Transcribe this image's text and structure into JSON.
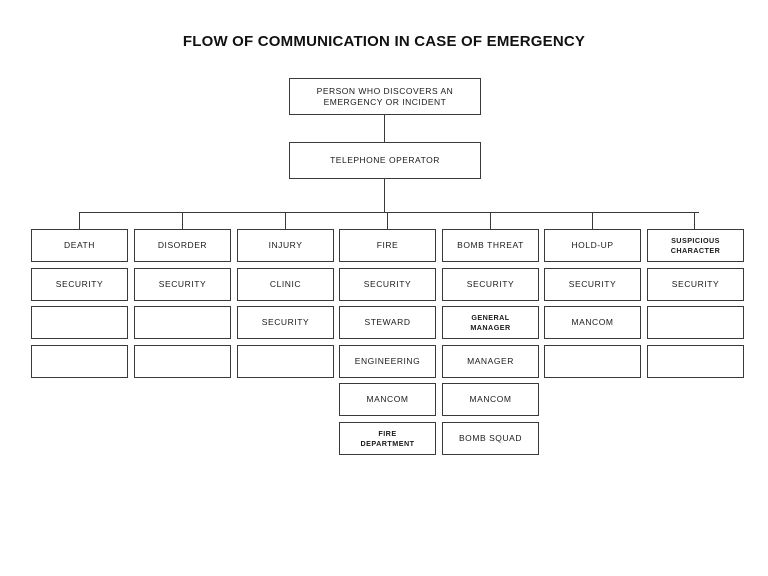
{
  "document": {
    "title": "FLOW OF COMMUNICATION IN CASE OF EMERGENCY"
  },
  "chart_data": {
    "type": "diagram",
    "diagram_kind": "flowchart-org-chart",
    "title": "FLOW OF COMMUNICATION IN CASE OF EMERGENCY",
    "nodes": {
      "root": "PERSON WHO DISCOVERS AN\nEMERGENCY OR INCIDENT",
      "operator": "TELEPHONE OPERATOR"
    },
    "columns": [
      {
        "header": "DEATH",
        "header_style": "normal",
        "chain": [
          "SECURITY",
          "",
          ""
        ]
      },
      {
        "header": "DISORDER",
        "header_style": "normal",
        "chain": [
          "SECURITY",
          "",
          ""
        ]
      },
      {
        "header": "INJURY",
        "header_style": "normal",
        "chain": [
          "CLINIC",
          "SECURITY",
          ""
        ]
      },
      {
        "header": "FIRE",
        "header_style": "normal",
        "chain": [
          "SECURITY",
          "STEWARD",
          "ENGINEERING",
          "MANCOM",
          "FIRE\nDEPARTMENT"
        ]
      },
      {
        "header": "BOMB THREAT",
        "header_style": "normal",
        "chain": [
          "SECURITY",
          "GENERAL\nMANAGER",
          "MANAGER",
          "MANCOM",
          "BOMB SQUAD"
        ]
      },
      {
        "header": "HOLD-UP",
        "header_style": "normal",
        "chain": [
          "SECURITY",
          "MANCOM",
          ""
        ]
      },
      {
        "header": "SUSPICIOUS\nCHARACTER",
        "header_style": "small-bold",
        "chain": [
          "SECURITY",
          "",
          ""
        ]
      }
    ],
    "edges": [
      {
        "from": "root",
        "to": "operator"
      },
      {
        "from": "operator",
        "to": "all-column-headers"
      }
    ]
  },
  "style": {
    "border_color": "#3a3a3a",
    "text_color": "#1a1a1a",
    "background": "#ffffff"
  }
}
